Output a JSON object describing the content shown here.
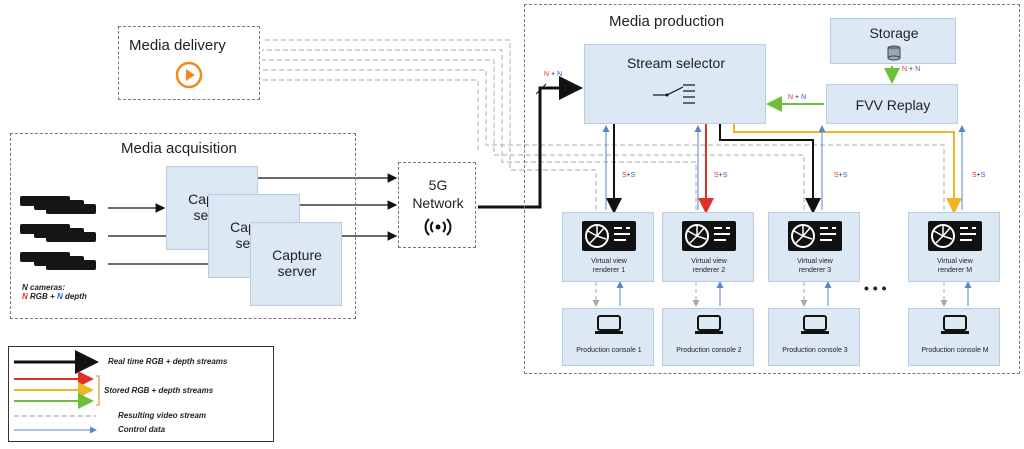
{
  "media_delivery": {
    "title": "Media delivery",
    "icon": "play-icon",
    "icon_color": "#f08a1c"
  },
  "media_acquisition": {
    "title": "Media acquisition",
    "capture_servers": [
      "Capture server",
      "Capture server",
      "Capture server"
    ],
    "cameras_label": {
      "line1": "N cameras:",
      "n_rgb": "N",
      "rgb": "RGB",
      "plus": "+",
      "n_depth": "N",
      "depth": "depth"
    }
  },
  "network": {
    "line1": "5G",
    "line2": "Network",
    "icon": "wireless-signal-icon"
  },
  "media_production": {
    "title": "Media production",
    "stream_selector": "Stream selector",
    "storage": "Storage",
    "fvv_replay": "FVV Replay",
    "renderers": [
      "Virtual view renderer 1",
      "Virtual view renderer 2",
      "Virtual view renderer 3",
      "Virtual view renderer M"
    ],
    "consoles": [
      "Production console 1",
      "Production console 2",
      "Production console 3",
      "Production console M"
    ],
    "ellipsis": "• • •"
  },
  "link_labels": {
    "n_plus_n": {
      "a": "N",
      "plus": "+",
      "b": "N"
    },
    "s_plus_s": {
      "a": "S",
      "plus": "+",
      "b": "S"
    }
  },
  "legend": {
    "realtime": "Real time RGB + depth streams",
    "stored": "Stored RGB + depth streams",
    "resulting": "Resulting video stream",
    "control": "Control data"
  },
  "colors": {
    "realtime": "#111111",
    "stored_red": "#e0302a",
    "stored_yellow": "#f0b429",
    "stored_green": "#6cbf3a",
    "resulting": "#bbbbbb",
    "control": "#5a86c8",
    "box_fill": "#dde8f5"
  }
}
